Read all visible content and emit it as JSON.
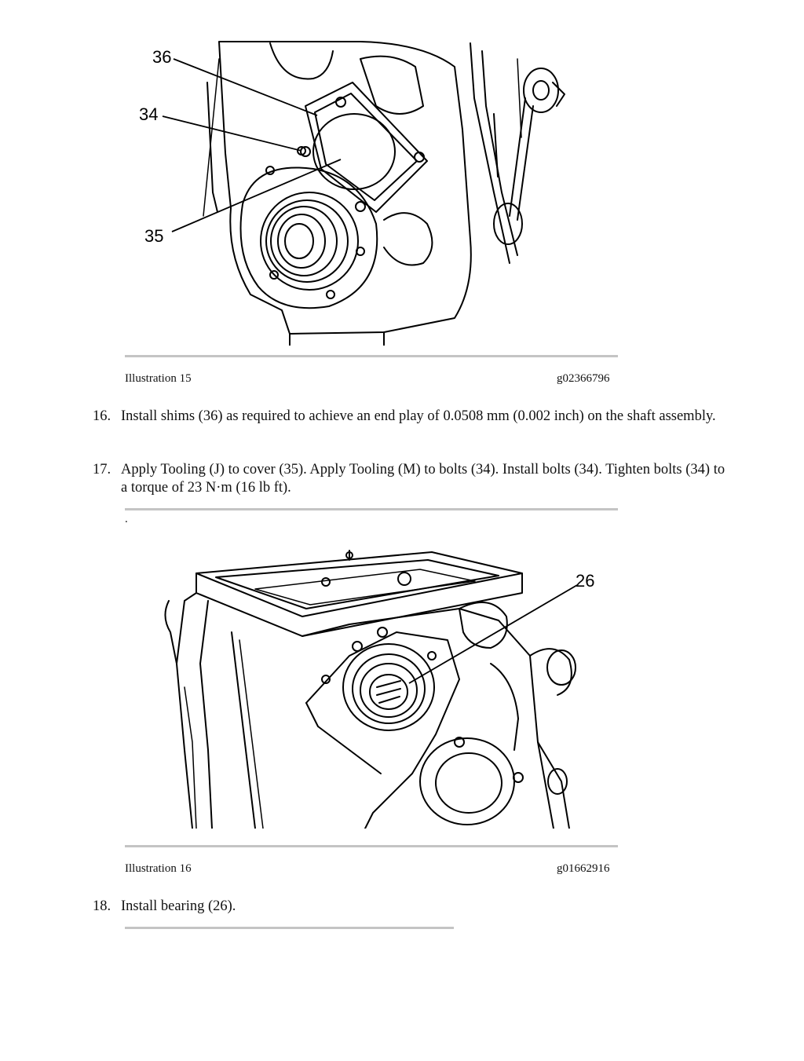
{
  "figures": [
    {
      "callouts": [
        "36",
        "34",
        "35"
      ],
      "caption_left": "Illustration 15",
      "caption_right": "g02366796"
    },
    {
      "note_mark": ".",
      "callouts": [
        "26"
      ],
      "caption_left": "Illustration 16",
      "caption_right": "g01662916"
    }
  ],
  "steps": [
    {
      "number": "16.",
      "text": "Install shims (36) as required to achieve an end play of 0.0508 mm (0.002 inch) on the shaft assembly."
    },
    {
      "number": "17.",
      "text": "Apply Tooling (J) to cover (35). Apply Tooling (M) to bolts (34). Install bolts (34). Tighten bolts (34) to a torque of 23 N·m (16 lb ft)."
    },
    {
      "number": "18.",
      "text": "Install bearing (26)."
    }
  ]
}
